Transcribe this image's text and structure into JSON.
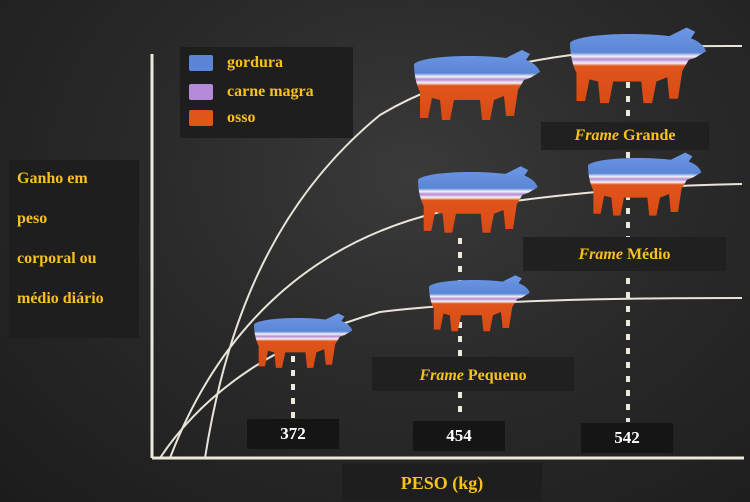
{
  "legend": {
    "items": [
      {
        "label": "gordura",
        "color": "#5b86d6"
      },
      {
        "label": "carne magra",
        "color": "#b58ad8"
      },
      {
        "label": "osso",
        "color": "#e0551c"
      }
    ]
  },
  "y_axis_label": {
    "lines": [
      "Ganho em",
      "peso",
      "corporal ou",
      "médio diário"
    ]
  },
  "x_axis_label": "PESO (kg)",
  "frames": {
    "large": {
      "italic": "Frame",
      "name": "Grande"
    },
    "medium": {
      "italic": "Frame",
      "name": "Médio"
    },
    "small": {
      "italic": "Frame",
      "name": "Pequeno"
    }
  },
  "weights": [
    "372",
    "454",
    "542"
  ],
  "colors": {
    "label_text": "#f7c21c",
    "curve": "#e8e4d8",
    "fat": "#5b86d6",
    "lean": "#b58ad8",
    "bone": "#e0551c"
  },
  "icons": [
    "cow-icon"
  ]
}
